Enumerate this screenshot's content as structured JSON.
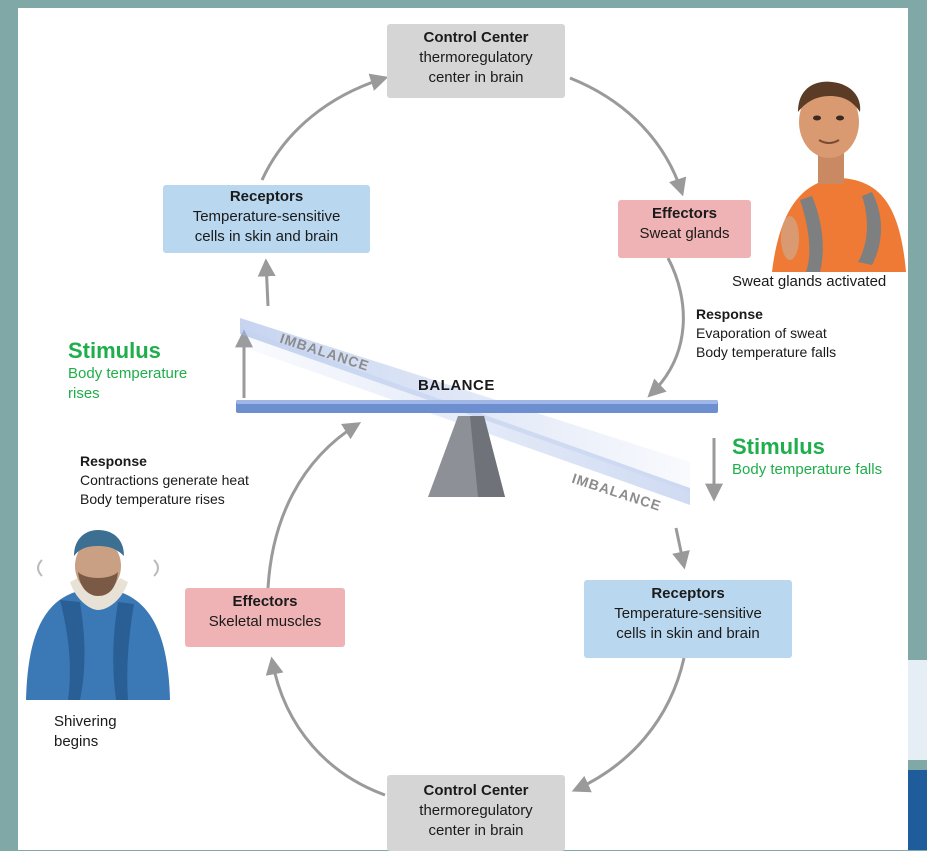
{
  "top_cycle": {
    "control_center": {
      "title": "Control Center",
      "line1": "thermoregulatory",
      "line2": "center in brain"
    },
    "receptors": {
      "title": "Receptors",
      "line1": "Temperature-sensitive",
      "line2": "cells in skin and brain"
    },
    "effectors": {
      "title": "Effectors",
      "line1": "Sweat glands"
    },
    "caption": "Sweat glands activated",
    "response": {
      "title": "Response",
      "line1": "Evaporation of sweat",
      "line2": "Body temperature falls"
    }
  },
  "bottom_cycle": {
    "control_center": {
      "title": "Control Center",
      "line1": "thermoregulatory",
      "line2": "center in brain"
    },
    "receptors": {
      "title": "Receptors",
      "line1": "Temperature-sensitive",
      "line2": "cells in skin and brain"
    },
    "effectors": {
      "title": "Effectors",
      "line1": "Skeletal muscles"
    },
    "caption_line1": "Shivering",
    "caption_line2": "begins",
    "response": {
      "title": "Response",
      "line1": "Contractions generate heat",
      "line2": "Body temperature rises"
    }
  },
  "stimulus_left": {
    "title": "Stimulus",
    "line1": "Body temperature",
    "line2": "rises"
  },
  "stimulus_right": {
    "title": "Stimulus",
    "line1": "Body temperature falls"
  },
  "balance_label": "BALANCE",
  "imbalance_top": "IMBALANCE",
  "imbalance_bottom": "IMBALANCE",
  "colors": {
    "stimulus_green": "#1fae4b",
    "control_box": "#d5d5d5",
    "receptor_box": "#b9d8f0",
    "effector_box": "#efb3b5",
    "beam_blue": "#6d8fd0",
    "arrow_gray": "#9a9a9a"
  }
}
